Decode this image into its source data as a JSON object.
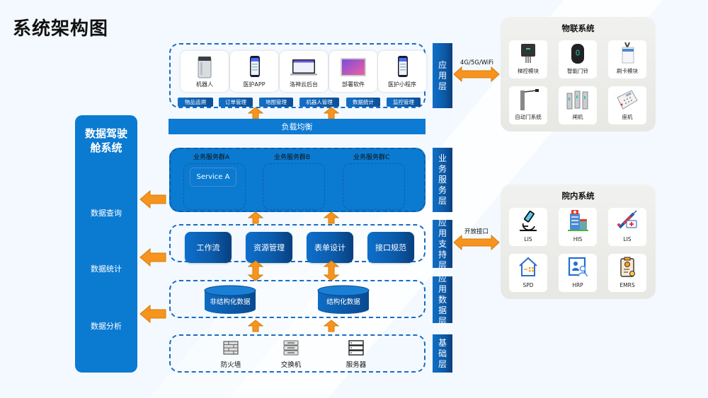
{
  "title": "系统架构图",
  "cockpit": {
    "title": "数据驾驶舱系统",
    "items": [
      "数据查询",
      "数据统计",
      "数据分析"
    ]
  },
  "application_layer": {
    "label": "应用层",
    "apps": [
      {
        "label": "机器人",
        "icon": "robot-icon"
      },
      {
        "label": "医护APP",
        "icon": "phone-app-icon"
      },
      {
        "label": "洛神云后台",
        "icon": "laptop-icon"
      },
      {
        "label": "部署软件",
        "icon": "tablet-icon"
      },
      {
        "label": "医护小程序",
        "icon": "phone-miniprogram-icon"
      }
    ],
    "tags": [
      "物品追溯",
      "订单管理",
      "地图管理",
      "机器人管理",
      "数据统计",
      "监控管理"
    ]
  },
  "load_balancer": "负载均衡",
  "business_layer": {
    "label": "业务服务层",
    "groups": [
      "业务服务群A",
      "业务服务群B",
      "业务服务群C"
    ],
    "service": "Service A"
  },
  "support_layer": {
    "label": "应用支持层",
    "items": [
      "工作流",
      "资源管理",
      "表单设计",
      "接口规范"
    ]
  },
  "data_layer": {
    "label": "应用数据层",
    "items": [
      "非结构化数据",
      "结构化数据"
    ]
  },
  "infra_layer": {
    "label": "基础层",
    "items": [
      {
        "label": "防火墙",
        "icon": "firewall-icon"
      },
      {
        "label": "交换机",
        "icon": "switch-icon"
      },
      {
        "label": "服务器",
        "icon": "server-icon"
      }
    ]
  },
  "links": {
    "iot": "4G/5G/WiFi",
    "hospital": "开放接口"
  },
  "iot_system": {
    "title": "物联系统",
    "items": [
      {
        "label": "梯控模块",
        "icon": "elevator-control-icon"
      },
      {
        "label": "智能门铃",
        "icon": "smart-doorbell-icon"
      },
      {
        "label": "刷卡模块",
        "icon": "card-reader-icon"
      },
      {
        "label": "自动门系统",
        "icon": "auto-door-icon"
      },
      {
        "label": "闸机",
        "icon": "turnstile-icon"
      },
      {
        "label": "座机",
        "icon": "desk-phone-icon"
      }
    ]
  },
  "hospital_system": {
    "title": "院内系统",
    "items": [
      {
        "label": "LIS",
        "icon": "microscope-icon"
      },
      {
        "label": "HIS",
        "icon": "hospital-icon"
      },
      {
        "label": "LIS",
        "icon": "syringe-icon"
      },
      {
        "label": "SPD",
        "icon": "warehouse-icon"
      },
      {
        "label": "HRP",
        "icon": "staff-icon"
      },
      {
        "label": "EMRS",
        "icon": "medical-record-icon"
      }
    ]
  },
  "colors": {
    "primary": "#0b7ad1",
    "dark": "#0a3f7c",
    "arrow": "#f7941d",
    "background": "#f3f9fe"
  }
}
